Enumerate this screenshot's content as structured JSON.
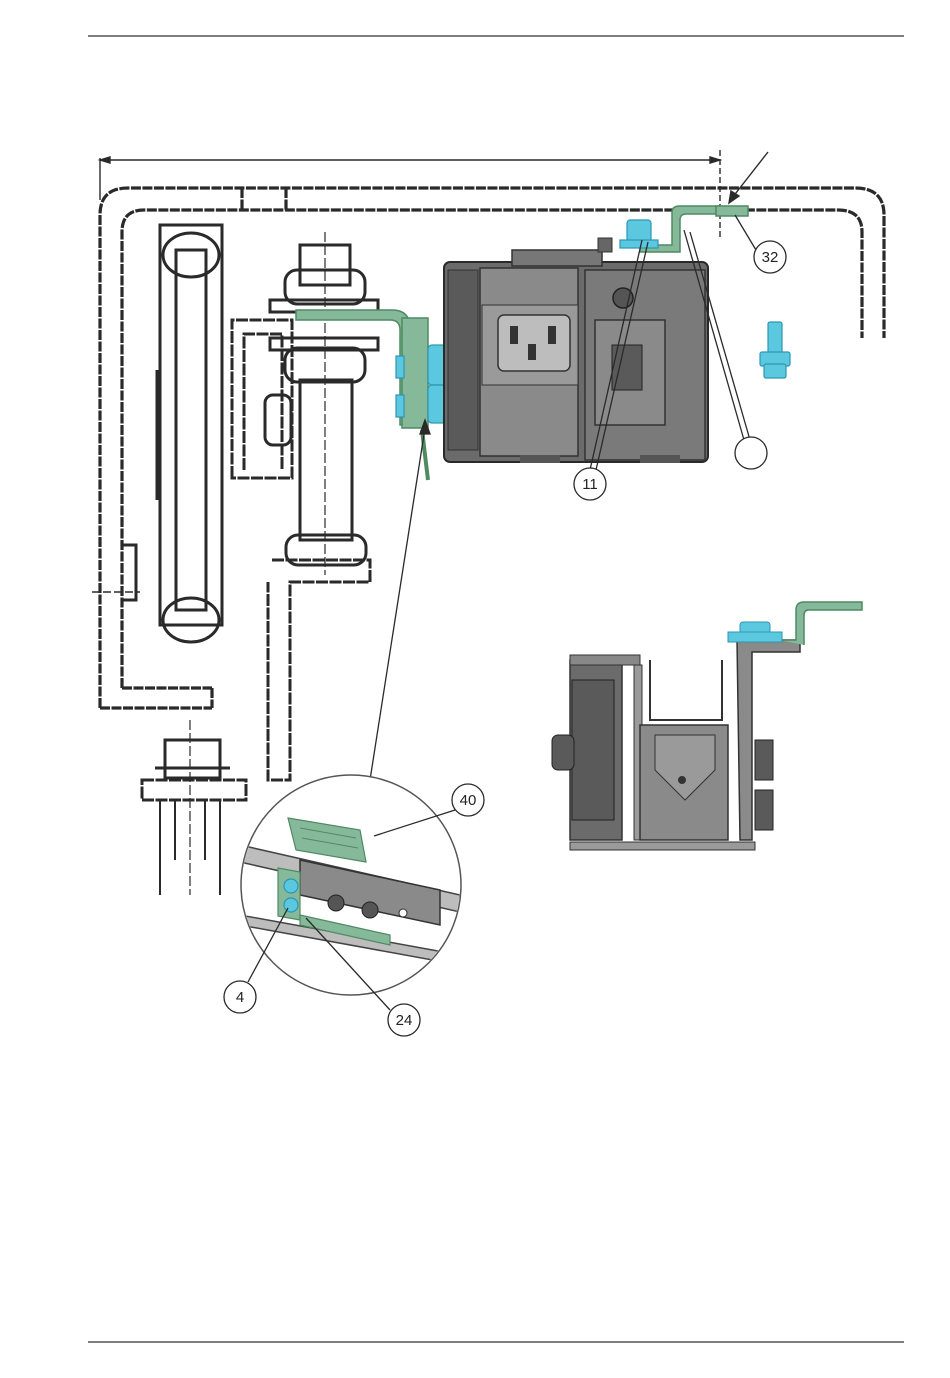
{
  "callouts": {
    "c32": "32",
    "c11": "11",
    "c40": "40",
    "c4": "4",
    "c24": "24"
  },
  "colors": {
    "line": "#2a2a2a",
    "grey_dark": "#4a4a4a",
    "grey_mid": "#6b6b6b",
    "grey_light": "#9a9a9a",
    "green": "#86b99a",
    "green_dark": "#4f8a63",
    "cyan": "#5cc8e0",
    "cyan_dark": "#2b97b3",
    "rule": "#555555"
  }
}
